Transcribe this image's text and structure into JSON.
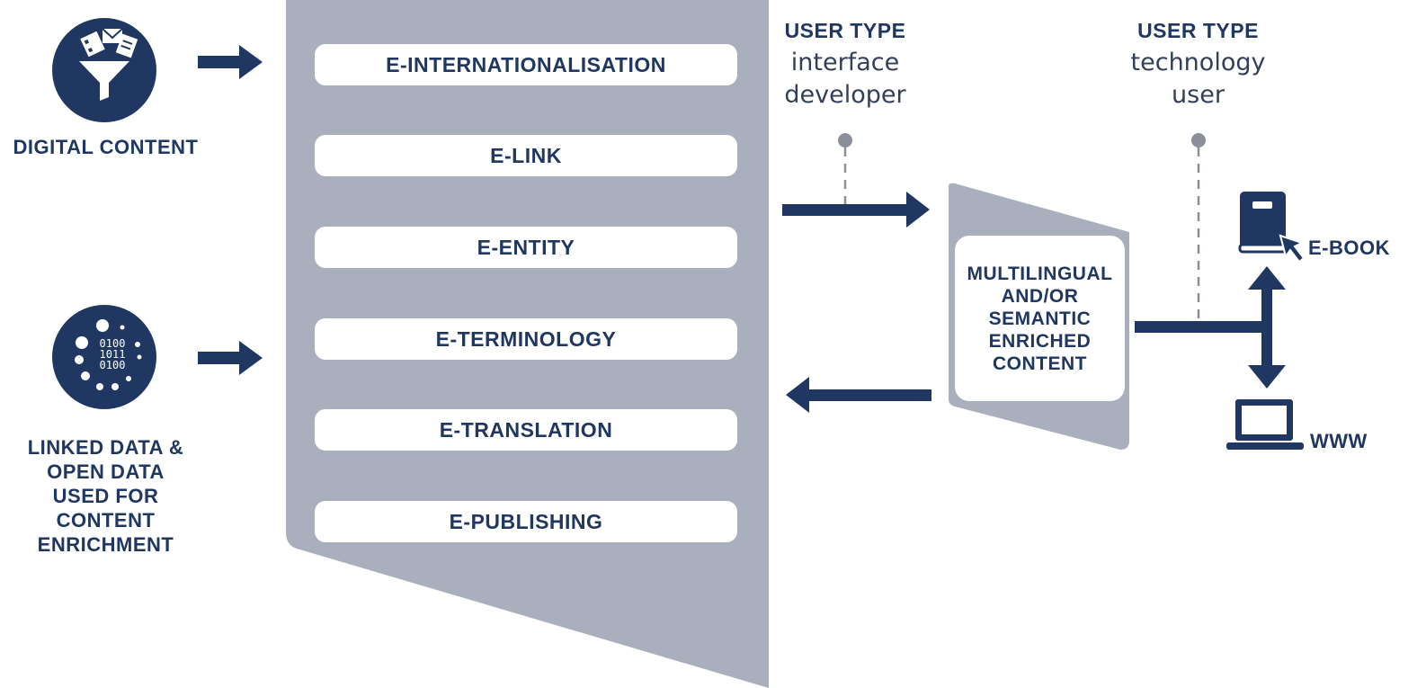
{
  "colors": {
    "navy": "#1f3761",
    "panel_gray": "#a9afbc",
    "white": "#ffffff"
  },
  "sources": [
    {
      "label": "DIGITAL CONTENT",
      "icon": "funnel-media-icon"
    },
    {
      "label": "LINKED DATA & OPEN DATA USED FOR CONTENT ENRICHMENT",
      "icon": "binary-data-icon"
    }
  ],
  "binary_lines": [
    "0100",
    "1011",
    "0100"
  ],
  "services": [
    "E-INTERNATIONALISATION",
    "E-LINK",
    "E-ENTITY",
    "E-TERMINOLOGY",
    "E-TRANSLATION",
    "E-PUBLISHING"
  ],
  "user_types": [
    {
      "heading": "USER TYPE",
      "line1": "interface",
      "line2": "developer"
    },
    {
      "heading": "USER TYPE",
      "line1": "technology",
      "line2": "user"
    }
  ],
  "output_box": {
    "label": "MULTILINGUAL AND/OR SEMANTIC ENRICHED CONTENT"
  },
  "outputs": [
    {
      "label": "E-BOOK",
      "icon": "ebook-icon"
    },
    {
      "label": "WWW",
      "icon": "laptop-icon"
    }
  ]
}
